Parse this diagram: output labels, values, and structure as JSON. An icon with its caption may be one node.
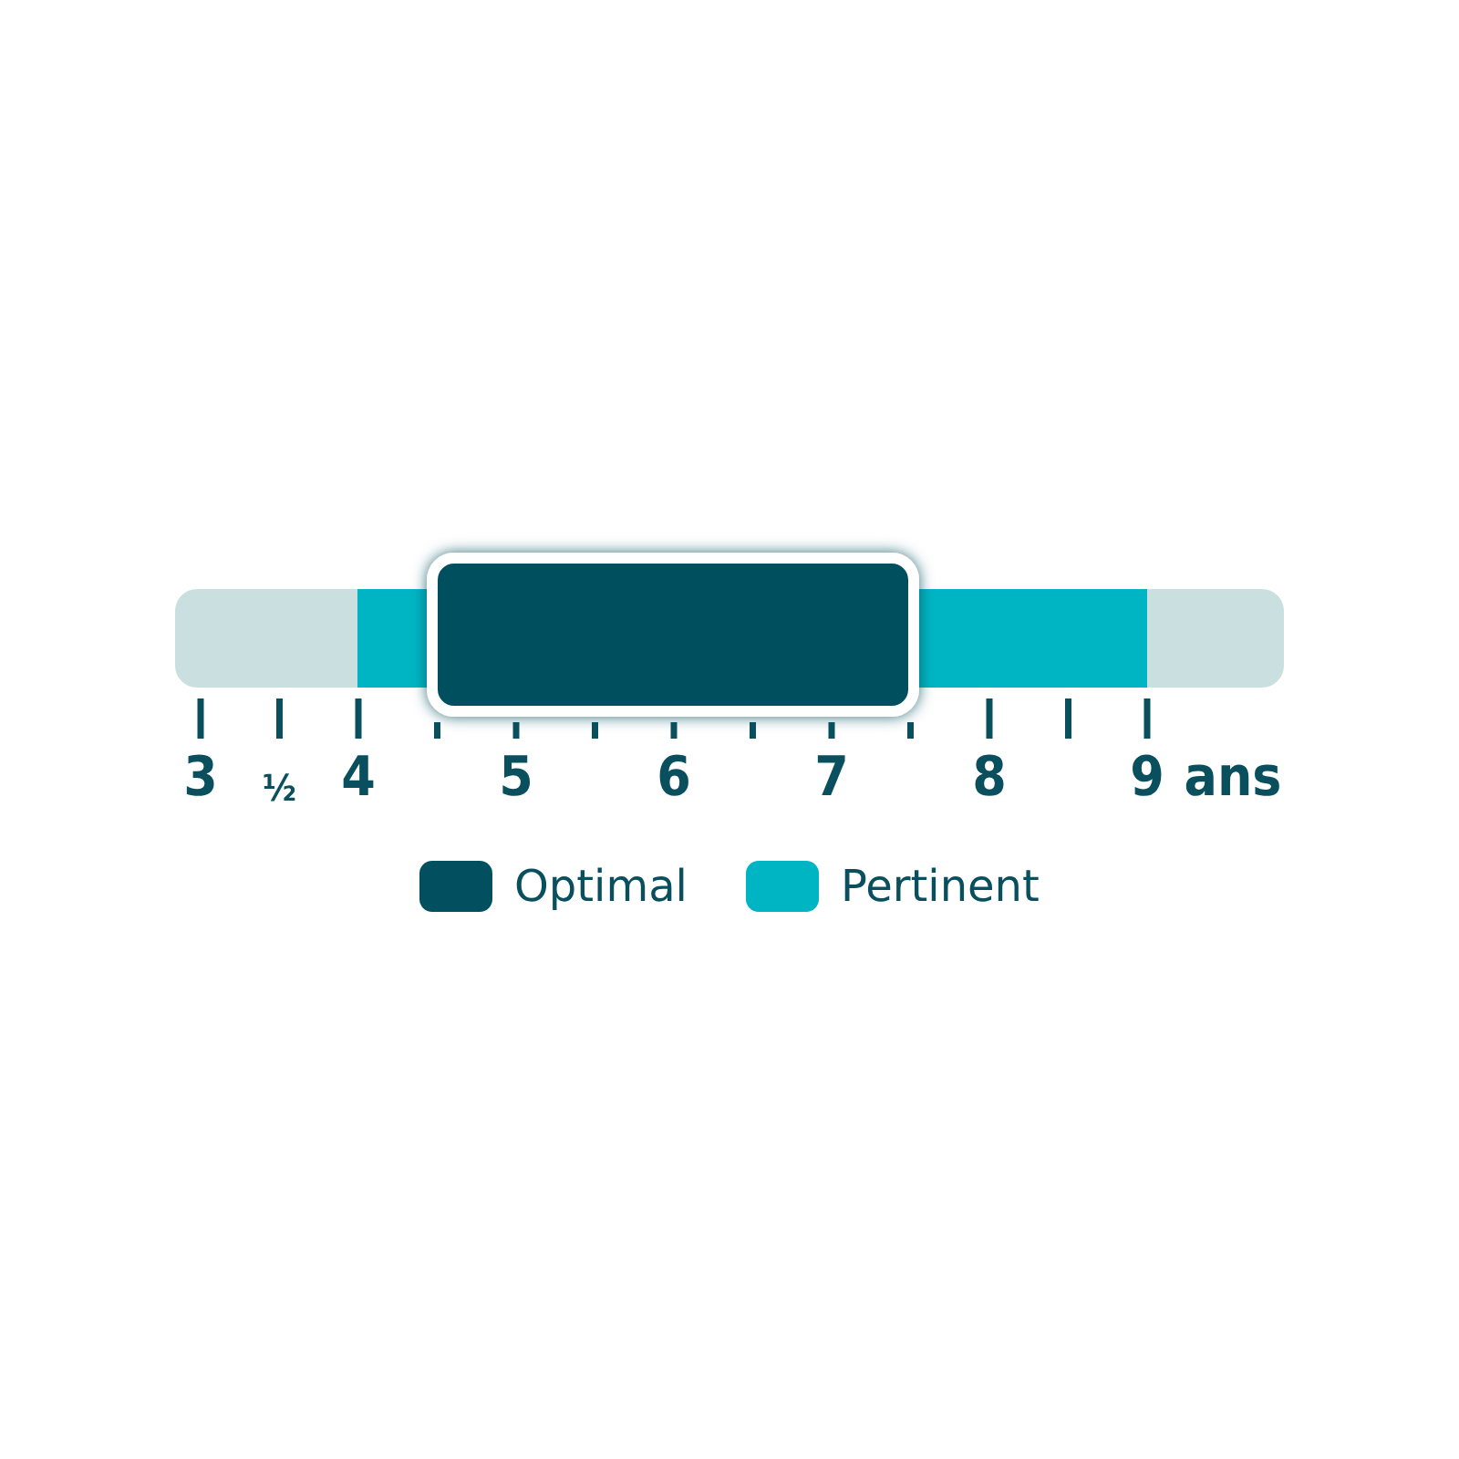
{
  "diagram": {
    "labels": [
      "3",
      "½",
      "4",
      "5",
      "6",
      "7",
      "8",
      "9",
      "ans"
    ],
    "legend": [
      {
        "text": "Optimal",
        "color": "#02505f"
      },
      {
        "text": "Pertinent",
        "color": "#00b5c3"
      }
    ]
  }
}
